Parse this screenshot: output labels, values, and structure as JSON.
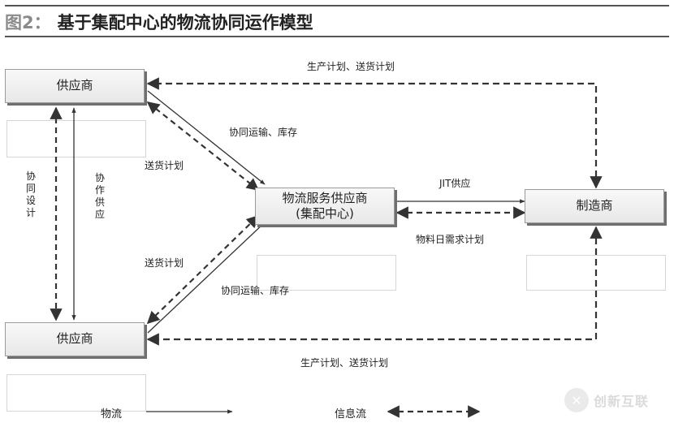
{
  "title": {
    "fig": "图2：",
    "text": "基于集配中心的物流协同运作模型"
  },
  "nodes": {
    "supplier_top": "供应商",
    "supplier_bottom": "供应商",
    "logistics_line1": "物流服务供应商",
    "logistics_line2": "(集配中心)",
    "manufacturer": "制造商"
  },
  "labels": {
    "top_plan": "生产计划、送货计划",
    "bottom_plan": "生产计划、送货计划",
    "coop_top": "协同运输、库存",
    "coop_bottom": "协同运输、库存",
    "delivery_top": "送货计划",
    "delivery_bottom": "送货计划",
    "jit": "JIT供应",
    "material": "物料日需求计划",
    "co_design": "协同设计",
    "co_supply": "协作供应"
  },
  "legend": {
    "material_flow": "物流",
    "info_flow": "信息流"
  },
  "watermark": {
    "icon": "✕",
    "text": "创新互联"
  }
}
